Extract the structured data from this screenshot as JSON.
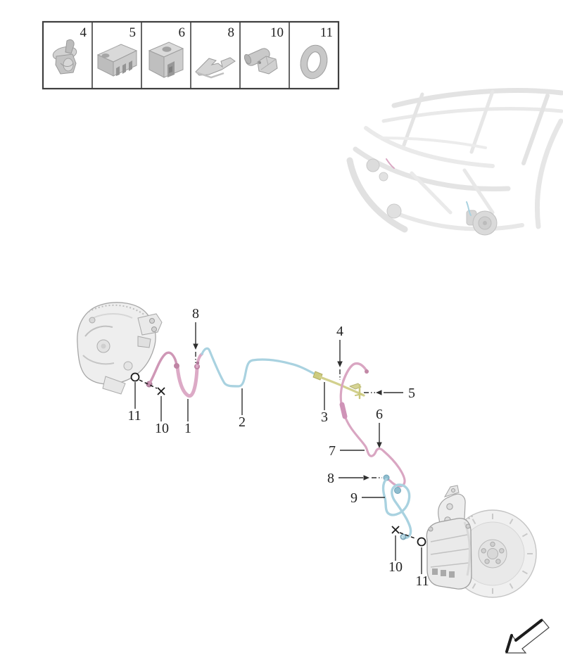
{
  "colors": {
    "background": "#ffffff",
    "hose_pink": "#d9a6c2",
    "hose_pink_dark": "#c289a8",
    "line_blue": "#a9d2e0",
    "line_yellow": "#d2d08d",
    "part_gray": "#ececec",
    "callout_text": "#232323"
  },
  "legend": {
    "items": [
      {
        "number": "4",
        "icon": "hose-retaining-clip-part-icon"
      },
      {
        "number": "5",
        "icon": "triple-line-bracket-part-icon"
      },
      {
        "number": "6",
        "icon": "line-bracket-block-part-icon"
      },
      {
        "number": "8",
        "icon": "spring-clip-part-icon"
      },
      {
        "number": "10",
        "icon": "union-screw-part-icon"
      },
      {
        "number": "11",
        "icon": "seal-ring-part-icon"
      }
    ]
  },
  "callouts": [
    {
      "number": "8",
      "marker": "arrow-down"
    },
    {
      "number": "11",
      "marker": "circle"
    },
    {
      "number": "10",
      "marker": "x-cross"
    },
    {
      "number": "1",
      "marker": "line"
    },
    {
      "number": "2",
      "marker": "line"
    },
    {
      "number": "3",
      "marker": "line"
    },
    {
      "number": "4",
      "marker": "arrow-down"
    },
    {
      "number": "5",
      "marker": "arrow-left"
    },
    {
      "number": "6",
      "marker": "arrow-down"
    },
    {
      "number": "7",
      "marker": "line"
    },
    {
      "number": "8",
      "marker": "arrow-right"
    },
    {
      "number": "9",
      "marker": "line"
    },
    {
      "number": "10",
      "marker": "x-cross"
    },
    {
      "number": "11",
      "marker": "circle"
    }
  ]
}
